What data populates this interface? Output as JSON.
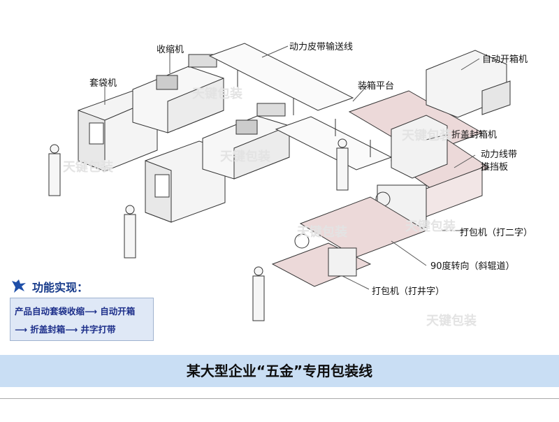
{
  "callouts": {
    "shrink_machine": "收缩机",
    "conveyor_belt": "动力皮带输送线",
    "bagging_machine": "套袋机",
    "boxing_platform": "装箱平台",
    "auto_erector": "自动开箱机",
    "folding_sealer": "折盖封箱机",
    "stopper_line1": "动力线带",
    "stopper_line2": "推挡板",
    "strapper_two": "打包机（打二字）",
    "turn90": "90度转向（斜辊道）",
    "strapper_cross": "打包机（打井字）"
  },
  "feature": {
    "heading": "功能实现：",
    "line1": "产品自动套袋收缩⟶ 自动开箱",
    "line2": "⟶ 折盖封箱⟶ 井字打带"
  },
  "watermark": "天键包装",
  "banner": {
    "title": "某大型企业“五金”专用包装线"
  },
  "colors": {
    "banner_bg": "#c9def4",
    "feature_bg": "#dfe8f6",
    "feature_text": "#1d2f8a",
    "roller_tint": "#ecd9d9"
  }
}
